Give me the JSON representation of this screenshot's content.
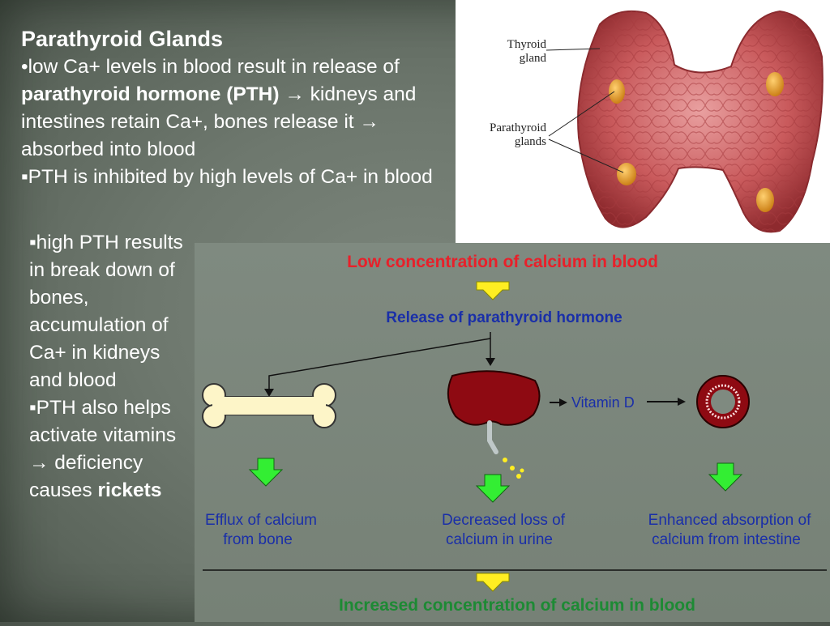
{
  "slide": {
    "title": "Parathyroid Glands",
    "bullet1": {
      "prefix": "•low Ca+ levels in blood result in release of ",
      "bold": "parathyroid hormone (PTH)",
      "suffix": " → kidneys and intestines retain Ca+, bones release it → absorbed into blood"
    },
    "bullet2": "▪PTH is inhibited by high levels of Ca+ in blood",
    "bullet3": "▪high PTH results in break down of bones, accumulation of Ca+ in kidneys and blood",
    "bullet4": {
      "text": "▪PTH also helps activate vitamins → deficiency causes ",
      "bold": "rickets"
    }
  },
  "anatomy": {
    "thyroid_label_line1": "Thyroid",
    "thyroid_label_line2": "gland",
    "parathyroid_label_line1": "Parathyroid",
    "parathyroid_label_line2": "glands"
  },
  "flow": {
    "top": "Low concentration of calcium in blood",
    "release": "Release of parathyroid hormone",
    "vitamin_d": "Vitamin D",
    "bone_line1": "Efflux of calcium",
    "bone_line2": "from bone",
    "kidney_line1": "Decreased loss of",
    "kidney_line2": "calcium in urine",
    "intestine_line1": "Enhanced absorption of",
    "intestine_line2": "calcium from intestine",
    "bottom": "Increased concentration of calcium in blood"
  },
  "colors": {
    "red_text": "#e8202a",
    "blue_text": "#1a2fa8",
    "green_text": "#1d8a34",
    "yellow_arrow": "#ffee22",
    "green_arrow": "#33ee33",
    "kidney": "#8e0a12",
    "bone": "#fdf5c8"
  }
}
